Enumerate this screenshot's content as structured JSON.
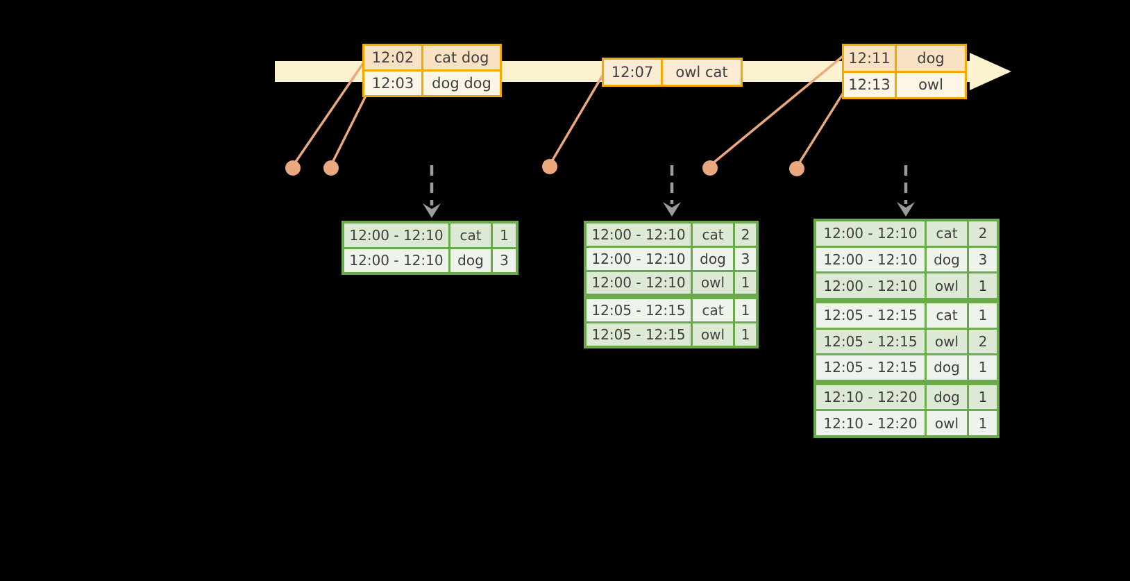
{
  "colors": {
    "background": "#000000",
    "timeline_fill": "#FCF2CF",
    "event_table_border": "#F2A900",
    "event_row_dark_fill": "#F9E2C3",
    "event_row_light_fill": "#FDF5E6",
    "event_single_row_fill": "#FBECD6",
    "connector": "#EAA87E",
    "trigger_arrow": "#9C9C9C",
    "result_table_border": "#6BAA4B",
    "result_row_dark_fill": "#DDE9D4",
    "result_row_light_fill": "#EEF3EB",
    "text": "#3E3E3E"
  },
  "icons": {
    "timeline": "arrow-right-icon",
    "trigger": "dashed-arrow-down-icon",
    "event_marker": "dot-icon"
  },
  "event_tables": [
    {
      "rows": [
        {
          "time": "12:02",
          "words": "cat dog"
        },
        {
          "time": "12:03",
          "words": "dog dog"
        }
      ]
    },
    {
      "rows": [
        {
          "time": "12:07",
          "words": "owl cat"
        }
      ]
    },
    {
      "rows": [
        {
          "time": "12:11",
          "words": "dog"
        },
        {
          "time": "12:13",
          "words": "owl"
        }
      ]
    }
  ],
  "result_tables": [
    {
      "rows": [
        {
          "window": "12:00 - 12:10",
          "word": "cat",
          "count": "1"
        },
        {
          "window": "12:00 - 12:10",
          "word": "dog",
          "count": "3"
        }
      ]
    },
    {
      "rows": [
        {
          "window": "12:00 - 12:10",
          "word": "cat",
          "count": "2"
        },
        {
          "window": "12:00 - 12:10",
          "word": "dog",
          "count": "3"
        },
        {
          "window": "12:00 - 12:10",
          "word": "owl",
          "count": "1"
        },
        {
          "window": "12:05 - 12:15",
          "word": "cat",
          "count": "1"
        },
        {
          "window": "12:05 - 12:15",
          "word": "owl",
          "count": "1"
        }
      ]
    },
    {
      "rows": [
        {
          "window": "12:00 - 12:10",
          "word": "cat",
          "count": "2"
        },
        {
          "window": "12:00 - 12:10",
          "word": "dog",
          "count": "3"
        },
        {
          "window": "12:00 - 12:10",
          "word": "owl",
          "count": "1"
        },
        {
          "window": "12:05 - 12:15",
          "word": "cat",
          "count": "1"
        },
        {
          "window": "12:05 - 12:15",
          "word": "owl",
          "count": "2"
        },
        {
          "window": "12:05 - 12:15",
          "word": "dog",
          "count": "1"
        },
        {
          "window": "12:10 - 12:20",
          "word": "dog",
          "count": "1"
        },
        {
          "window": "12:10 - 12:20",
          "word": "owl",
          "count": "1"
        }
      ]
    }
  ]
}
